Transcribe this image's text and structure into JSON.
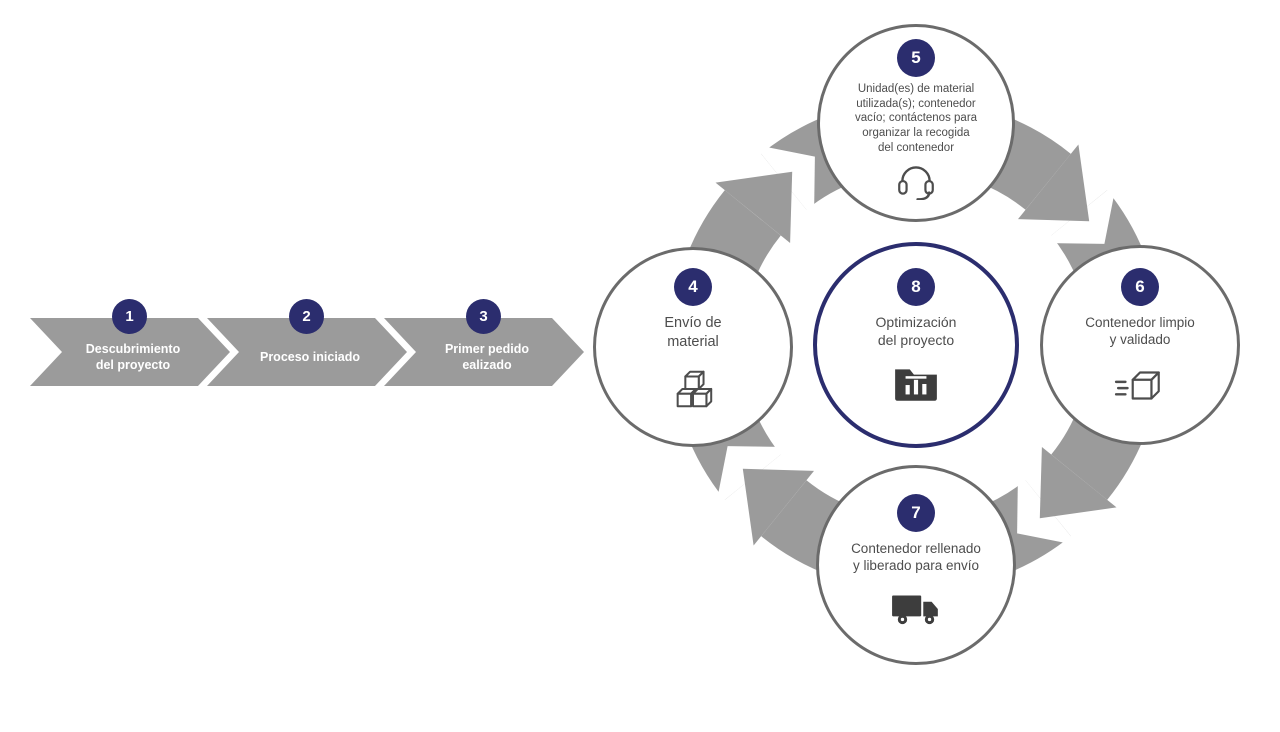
{
  "colors": {
    "navy": "#2b2d6e",
    "band_gray": "#9b9b9b",
    "circle_border": "#6b6b6b",
    "text_gray": "#4d4d4d",
    "icon_gray": "#4d4d4d",
    "icon_dark": "#3d3d3d"
  },
  "timeline": {
    "steps": [
      {
        "number": "1",
        "label": "Descubrimiento\ndel proyecto"
      },
      {
        "number": "2",
        "label": "Proceso iniciado"
      },
      {
        "number": "3",
        "label": "Primer pedido\nealizado"
      }
    ]
  },
  "cycle": {
    "left": {
      "number": "4",
      "label": "Envío de\nmaterial",
      "icon": "cubes-icon"
    },
    "top": {
      "number": "5",
      "label": "Unidad(es) de material\nutilizada(s); contenedor\nvacío; contáctenos para\norganizar la recogida\ndel contenedor",
      "icon": "headset-icon"
    },
    "right": {
      "number": "6",
      "label": "Contenedor limpio\ny validado",
      "icon": "shipping-box-icon"
    },
    "bottom": {
      "number": "7",
      "label": "Contenedor rellenado\ny liberado para envío",
      "icon": "truck-icon"
    },
    "center": {
      "number": "8",
      "label": "Optimización\ndel proyecto",
      "icon": "folder-chart-icon"
    }
  }
}
